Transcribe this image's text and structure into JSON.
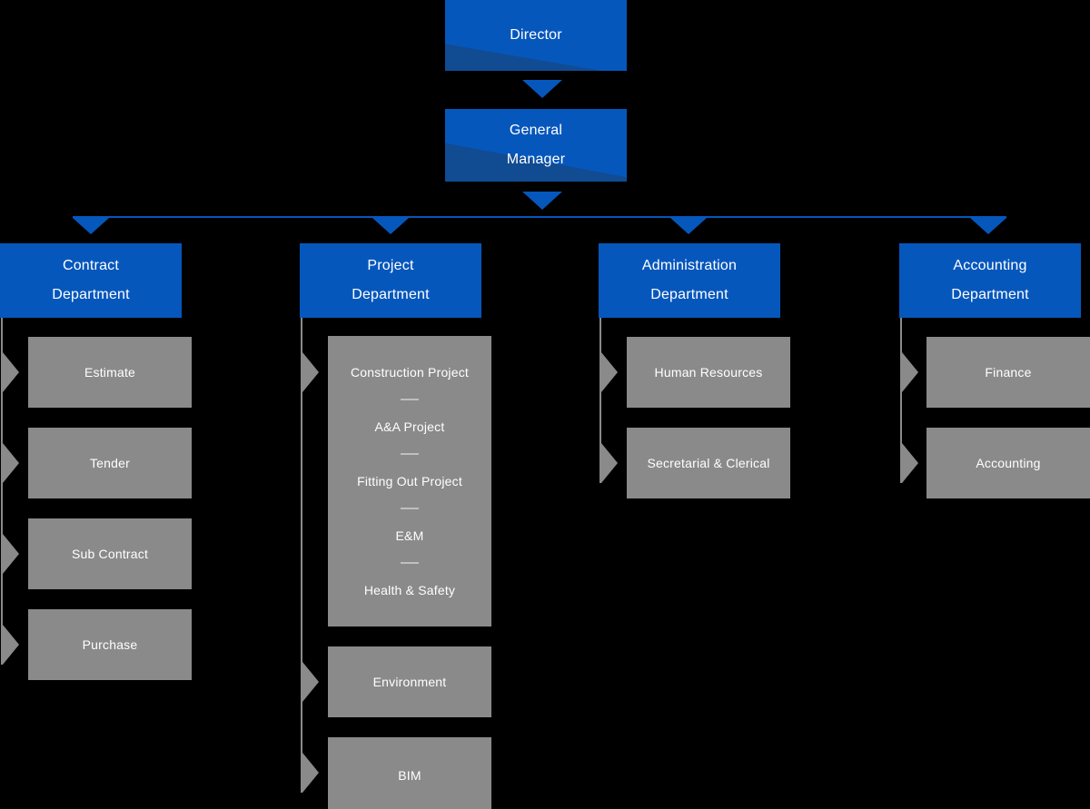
{
  "page": {
    "background": "#000000"
  },
  "colors": {
    "node_blue": "#0657BC",
    "node_blue_shade": "#114B92",
    "node_gray": "#8A8A8A",
    "group_divider": "#BFBFBF",
    "connector_blue": "#0657BC",
    "connector_gray": "#8A8A8A",
    "text": "#FFFFFF"
  },
  "org": {
    "director": "Director",
    "general_manager": {
      "line1": "General",
      "line2": "Manager"
    },
    "departments": [
      {
        "line1": "Contract",
        "line2": "Department",
        "items": [
          "Estimate",
          "Tender",
          "Sub Contract",
          "Purchase"
        ]
      },
      {
        "line1": "Project",
        "line2": "Department",
        "grouped_items": [
          "Construction Project",
          "A&A Project",
          "Fitting Out Project",
          "E&M",
          "Health & Safety"
        ],
        "items": [
          "Environment",
          "BIM"
        ]
      },
      {
        "line1": "Administration",
        "line2": "Department",
        "items": [
          "Human Resources",
          "Secretarial & Clerical"
        ]
      },
      {
        "line1": "Accounting",
        "line2": "Department",
        "items": [
          "Finance",
          "Accounting"
        ]
      }
    ]
  }
}
